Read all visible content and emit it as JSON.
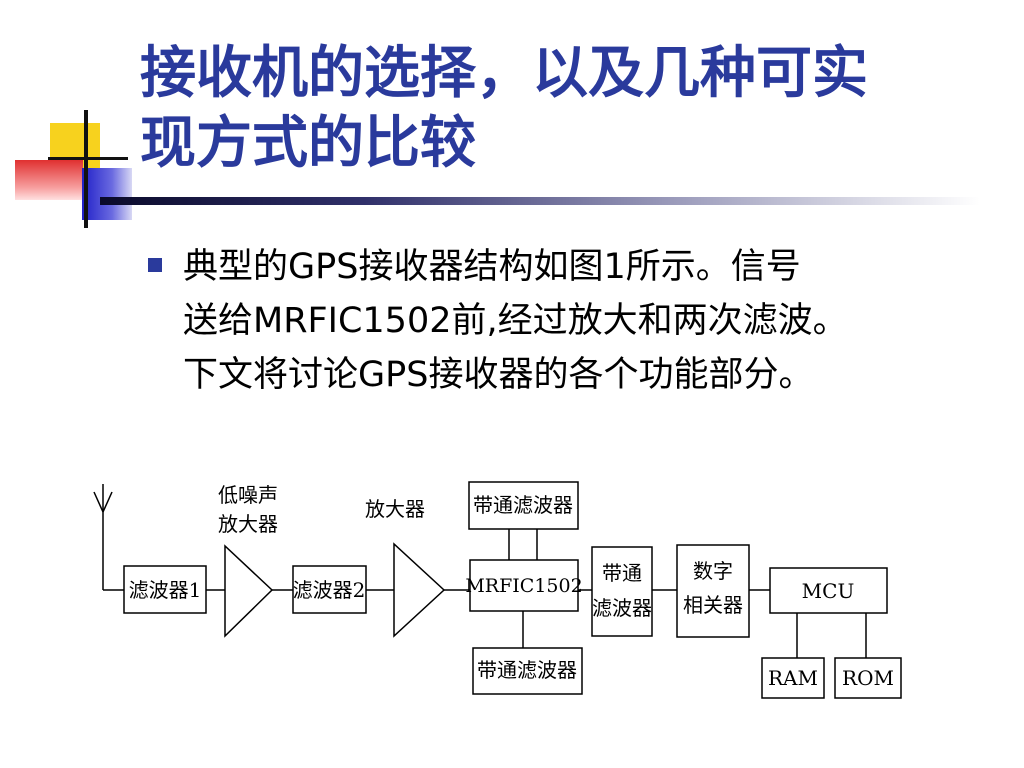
{
  "slide": {
    "title_lines": [
      "接收机的选择，以及几种可实",
      "现方式的比较"
    ],
    "body_lines": [
      "典型的GPS接收器结构如图1所示。信号",
      "送给MRFIC1502前,经过放大和两次滤波。",
      "下文将讨论GPS接收器的各个功能部分。"
    ],
    "colors": {
      "title": "#2a3a9c",
      "bullet": "#2a3a9c",
      "deco_yellow": "#f7d21e",
      "deco_red": "#e84040",
      "deco_blue": "#3b3bd0"
    }
  },
  "diagram": {
    "labels": {
      "filter1": "滤波器1",
      "lna_line1": "低噪声",
      "lna_line2": "放大器",
      "filter2": "滤波器2",
      "amp": "放大器",
      "bpf_top": "带通滤波器",
      "mrfic": "MRFIC1502",
      "bpf_bottom": "带通滤波器",
      "bpf_right_line1": "带通",
      "bpf_right_line2": "滤波器",
      "correlator_line1": "数字",
      "correlator_line2": "相关器",
      "mcu": "MCU",
      "ram": "RAM",
      "rom": "ROM"
    }
  }
}
